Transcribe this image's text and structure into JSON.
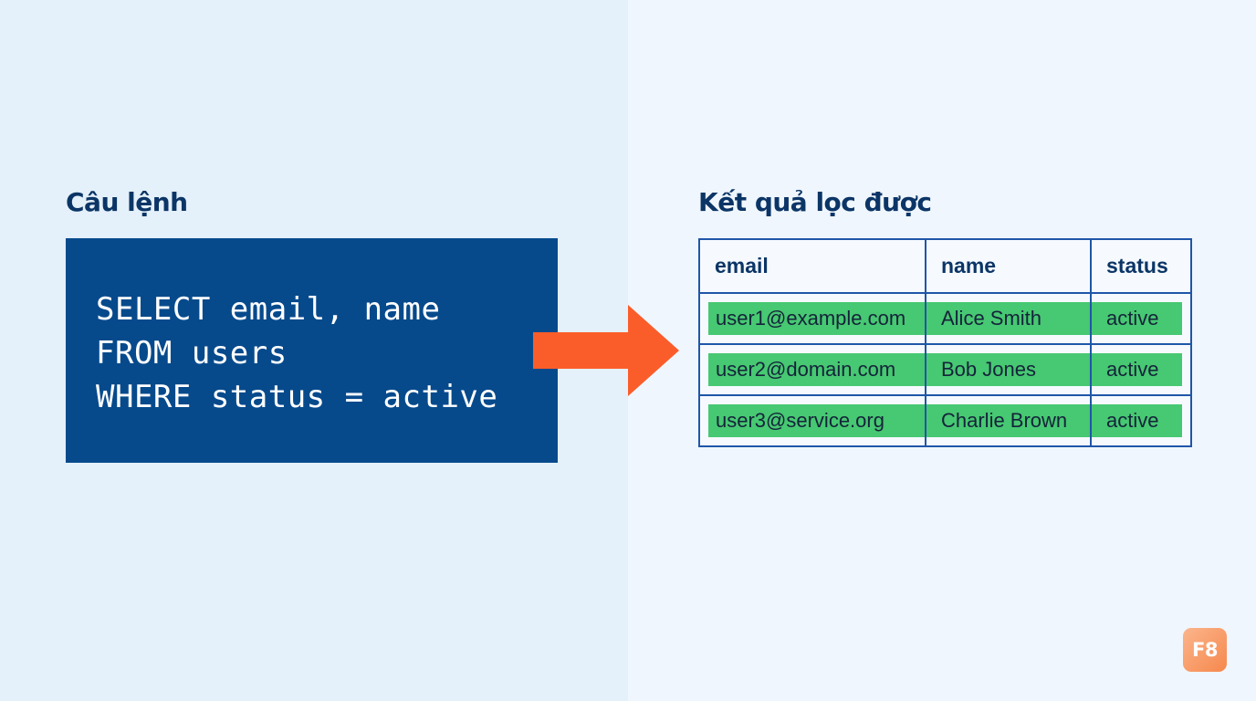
{
  "left": {
    "heading": "Câu lệnh",
    "code_lines": [
      "SELECT email, name",
      "FROM users",
      "WHERE status = active"
    ]
  },
  "right": {
    "heading": "Kết quả lọc được",
    "table": {
      "columns": [
        "email",
        "name",
        "status"
      ],
      "rows": [
        [
          "user1@example.com",
          "Alice Smith",
          "active"
        ],
        [
          "user2@domain.com",
          "Bob Jones",
          "active"
        ],
        [
          "user3@service.org",
          "Charlie Brown",
          "active"
        ]
      ]
    }
  },
  "logo": {
    "text": "F8"
  },
  "colors": {
    "code_bg": "#074a8c",
    "arrow": "#fb5d2a",
    "highlight": "#47c872",
    "table_border": "#1f56a8",
    "heading": "#0b3566"
  }
}
